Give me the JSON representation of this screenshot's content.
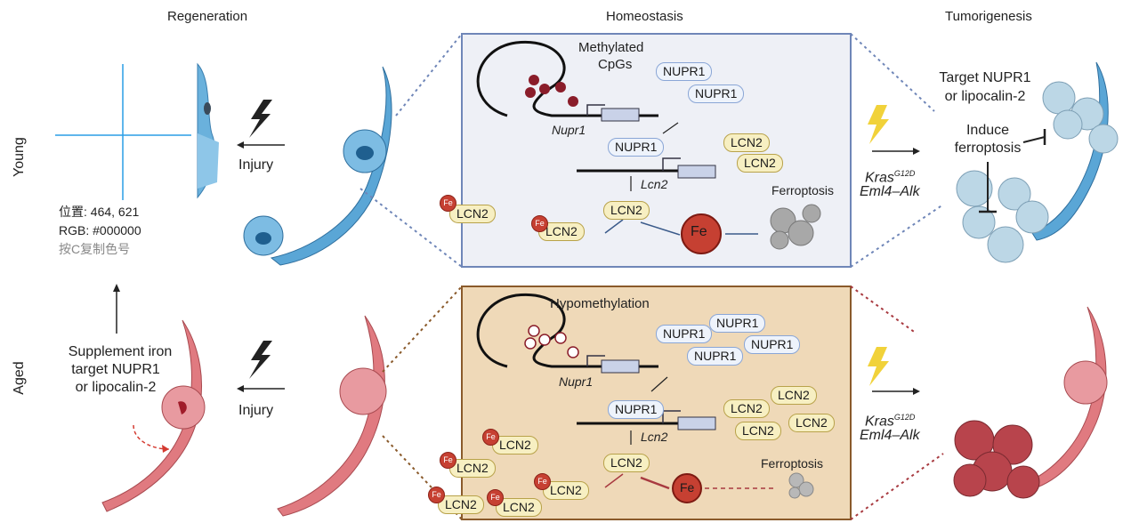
{
  "headers": {
    "left": "Regeneration",
    "middle": "Homeostasis",
    "right": "Tumorigenesis"
  },
  "rows": {
    "top": "Young",
    "bottom": "Aged"
  },
  "young": {
    "injury": "Injury",
    "methylated": "Methylated",
    "cpgs": "CpGs",
    "nupr1_gene": "Nupr1",
    "lcn2_gene": "Lcn2",
    "ferroptosis": "Ferroptosis",
    "fe": "Fe",
    "target_line1": "Target NUPR1",
    "target_line2": "or lipocalin-2",
    "induce_line1": "Induce",
    "induce_line2": "ferroptosis",
    "kras": "Kras",
    "kras_sup": "G12D",
    "eml4": "Eml4–Alk"
  },
  "aged": {
    "injury": "Injury",
    "hypomethylation": "Hypomethylation",
    "nupr1_gene": "Nupr1",
    "lcn2_gene": "Lcn2",
    "ferroptosis": "Ferroptosis",
    "fe": "Fe",
    "supplement_line1": "Supplement iron",
    "supplement_line2": "target NUPR1",
    "supplement_line3": "or lipocalin-2",
    "kras": "Kras",
    "kras_sup": "G12D",
    "eml4": "Eml4–Alk"
  },
  "labels": {
    "nupr1": "NUPR1",
    "lcn2": "LCN2",
    "fe_small": "Fe"
  },
  "tooltip": {
    "position": "位置: 464, 621",
    "rgb": "RGB: #000000",
    "hint": "按C复制色号"
  },
  "colors": {
    "young_panel_bg": "#eef0f6",
    "young_panel_border": "#6f86b8",
    "aged_panel_bg": "#efd9b8",
    "aged_panel_border": "#8a5a2b",
    "young_cell": "#5aa6d6",
    "aged_cell": "#e07a80",
    "fe": "#c64032"
  }
}
